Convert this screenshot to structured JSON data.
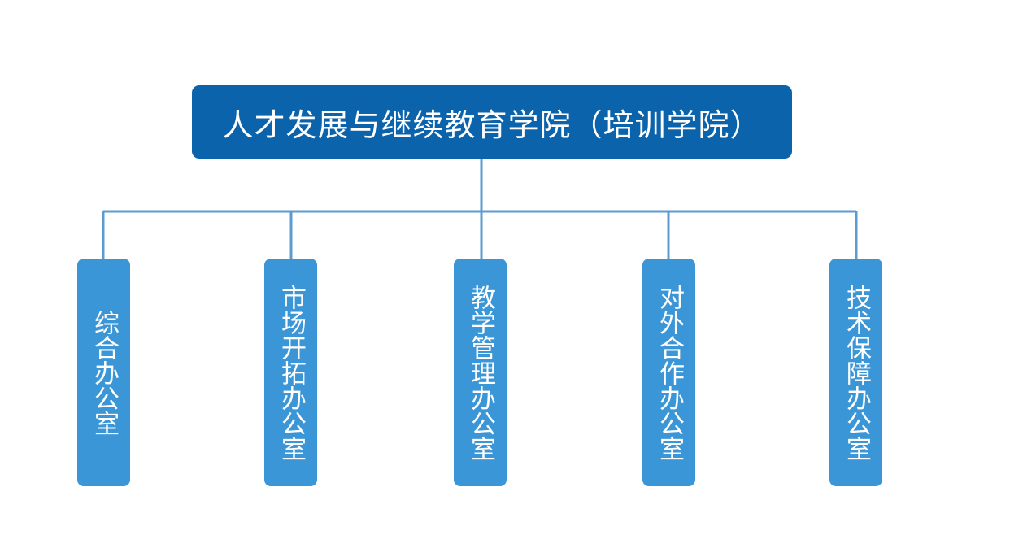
{
  "org_chart": {
    "root": {
      "label": "人才发展与继续教育学院（培训学院）"
    },
    "children": [
      {
        "label": "综合办公室"
      },
      {
        "label": "市场开拓办公室"
      },
      {
        "label": "教学管理办公室"
      },
      {
        "label": "对外合作办公室"
      },
      {
        "label": "技术保障办公室"
      }
    ],
    "colors": {
      "root_fill": "#0b63ab",
      "child_fill": "#3b96d7",
      "connector": "#5b9bd0",
      "text": "#ffffff"
    }
  }
}
